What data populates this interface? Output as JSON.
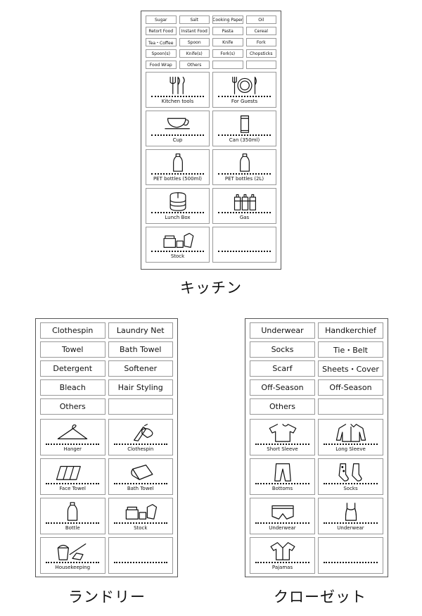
{
  "kitchen": {
    "caption": "キッチン",
    "labels": [
      "Sugar",
      "Salt",
      "Cooking Paper",
      "Oil",
      "Retort Food",
      "Instant Food",
      "Pasta",
      "Cereal",
      "Tea・Coffee",
      "Spoon",
      "Knife",
      "Fork",
      "Spoon(s)",
      "Knife(s)",
      "Fork(s)",
      "Chopsticks",
      "Food Wrap",
      "Others",
      "",
      ""
    ],
    "cells": [
      {
        "label": "Kitchen tools",
        "icon": "cutlery-icon"
      },
      {
        "label": "For Guests",
        "icon": "plate-setting-icon"
      },
      {
        "label": "Cup",
        "icon": "cup-icon"
      },
      {
        "label": "Can (350ml)",
        "icon": "can-icon"
      },
      {
        "label": "PET bottles (500ml)",
        "icon": "bottle-icon"
      },
      {
        "label": "PET bottles (2L)",
        "icon": "bottle-icon"
      },
      {
        "label": "Lunch Box",
        "icon": "lunch-box-icon"
      },
      {
        "label": "Gas",
        "icon": "gas-canisters-icon"
      },
      {
        "label": "Stock",
        "icon": "stock-icon"
      },
      {
        "label": "",
        "icon": ""
      }
    ]
  },
  "laundry": {
    "caption": "ランドリー",
    "labels": [
      "Clothespin",
      "Laundry Net",
      "Towel",
      "Bath Towel",
      "Detergent",
      "Softener",
      "Bleach",
      "Hair Styling",
      "Others",
      ""
    ],
    "cells": [
      {
        "label": "Hanger",
        "icon": "hanger-icon"
      },
      {
        "label": "Clothespin",
        "icon": "clothespin-icon"
      },
      {
        "label": "Face Towel",
        "icon": "face-towel-icon"
      },
      {
        "label": "Bath Towel",
        "icon": "bath-towel-icon"
      },
      {
        "label": "Bottle",
        "icon": "bottle-icon"
      },
      {
        "label": "Stock",
        "icon": "stock-icon"
      },
      {
        "label": "Housekeeping",
        "icon": "broom-bucket-icon"
      },
      {
        "label": "",
        "icon": ""
      }
    ]
  },
  "closet": {
    "caption": "クローゼット",
    "labels": [
      "Underwear",
      "Handkerchief",
      "Socks",
      "Tie・Belt",
      "Scarf",
      "Sheets・Cover",
      "Off-Season",
      "Off-Season",
      "Others",
      ""
    ],
    "cells": [
      {
        "label": "Short Sleeve",
        "icon": "tshirt-icon"
      },
      {
        "label": "Long Sleeve",
        "icon": "shirt-icon"
      },
      {
        "label": "Bottoms",
        "icon": "pants-icon"
      },
      {
        "label": "Socks",
        "icon": "socks-icon"
      },
      {
        "label": "Underwear",
        "icon": "boxers-icon"
      },
      {
        "label": "Underwear",
        "icon": "camisole-icon"
      },
      {
        "label": "Pajamas",
        "icon": "pajamas-icon"
      },
      {
        "label": "",
        "icon": ""
      }
    ]
  }
}
